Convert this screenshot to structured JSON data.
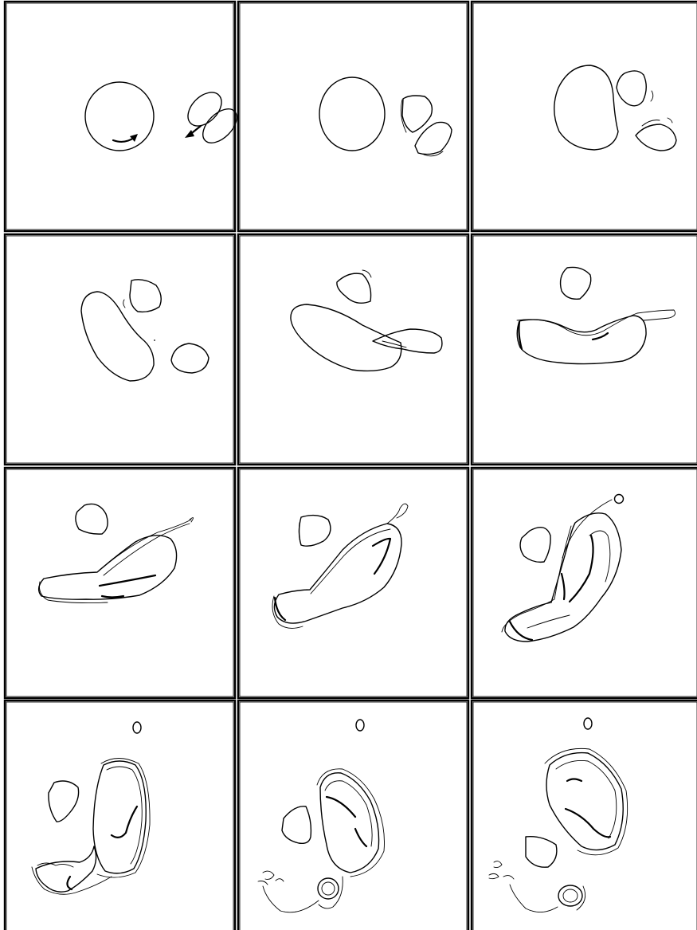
{
  "figure": {
    "description_visible_text": "",
    "grid": {
      "rows": 4,
      "columns": 3
    },
    "panels": [
      {
        "row": 1,
        "col": 1,
        "content": "initial-circular-vortex-and-two-elliptical-vortices"
      },
      {
        "row": 1,
        "col": 2,
        "content": "vortices-approach"
      },
      {
        "row": 1,
        "col": 3,
        "content": "vortices-deform"
      },
      {
        "row": 2,
        "col": 1,
        "content": "elongated-vortex"
      },
      {
        "row": 2,
        "col": 2,
        "content": "vortex-merger-begins"
      },
      {
        "row": 2,
        "col": 3,
        "content": "merged-sheet"
      },
      {
        "row": 3,
        "col": 1,
        "content": "stretched-filament"
      },
      {
        "row": 3,
        "col": 2,
        "content": "rolled-filament"
      },
      {
        "row": 3,
        "col": 3,
        "content": "filament-with-satellite"
      },
      {
        "row": 4,
        "col": 1,
        "content": "wound-vortex"
      },
      {
        "row": 4,
        "col": 2,
        "content": "turbulent-breakup"
      },
      {
        "row": 4,
        "col": 3,
        "content": "final-state"
      }
    ],
    "colors": {
      "background": "#ffffff",
      "stroke": "#000000"
    }
  }
}
